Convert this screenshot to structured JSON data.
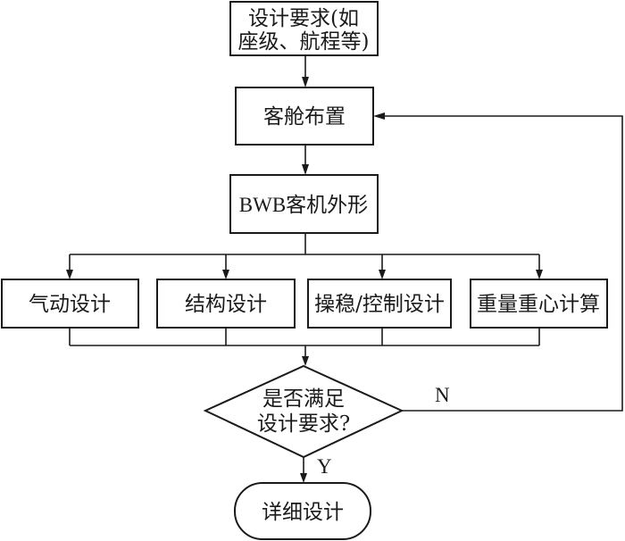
{
  "diagram": {
    "type": "flowchart",
    "nodes": {
      "requirements": {
        "line1": "设计要求(如",
        "line2": "座级、航程等)"
      },
      "cabin_layout": {
        "label": "客舱布置"
      },
      "bwb_shape": {
        "label": "BWB客机外形"
      },
      "aero_design": {
        "label": "气动设计"
      },
      "structure_design": {
        "label": "结构设计"
      },
      "control_design": {
        "label": "操稳/控制设计"
      },
      "weight_cg": {
        "label": "重量重心计算"
      },
      "decision": {
        "line1": "是否满足",
        "line2": "设计要求?"
      },
      "detailed_design": {
        "label": "详细设计"
      }
    },
    "edges": {
      "no_label": "N",
      "yes_label": "Y"
    }
  }
}
